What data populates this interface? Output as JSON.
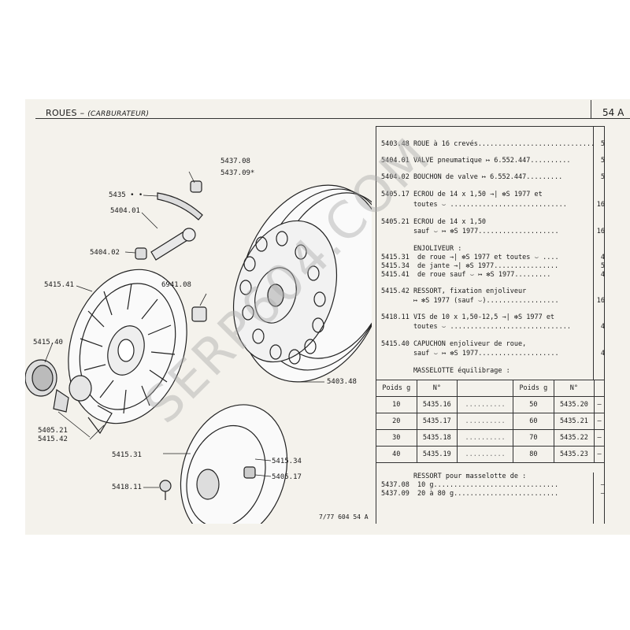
{
  "header": {
    "title": "ROUES",
    "dash": "–",
    "subtitle": "(CARBURATEUR)",
    "page": "54 A"
  },
  "callouts": [
    {
      "id": "c5437-08",
      "text": "5437.08"
    },
    {
      "id": "c5437-09",
      "text": "5437.09*"
    },
    {
      "id": "c5435",
      "text": "5435 • •"
    },
    {
      "id": "c5404-01",
      "text": "5404.01"
    },
    {
      "id": "c5404-02",
      "text": "5404.02"
    },
    {
      "id": "c5415-41",
      "text": "5415.41"
    },
    {
      "id": "c6941-08",
      "text": "6941.08"
    },
    {
      "id": "c5415-40",
      "text": "5415.40"
    },
    {
      "id": "c5403-48",
      "text": "5403.48"
    },
    {
      "id": "c5405-21",
      "text": "5405.21"
    },
    {
      "id": "c5415-42",
      "text": "5415.42"
    },
    {
      "id": "c5415-31",
      "text": "5415.31"
    },
    {
      "id": "c5415-34",
      "text": "5415.34"
    },
    {
      "id": "c5405-17",
      "text": "5405.17"
    },
    {
      "id": "c5418-11",
      "text": "5418.11"
    }
  ],
  "footer_ref": "7/77  604  54 A",
  "parts": [
    {
      "text": "5403.48 ROUE à 16 crevés.............................",
      "qty": "5"
    },
    {
      "text": "5404.01 VALVE pneumatique ↦ 6.552.447..........",
      "qty": "5"
    },
    {
      "text": "5404.02 BOUCHON de valve ↦ 6.552.447.........",
      "qty": "5"
    },
    {
      "text": "5405.17 ECROU de 14 x 1,50 →| ✻S 1977 et",
      "qty": ""
    },
    {
      "text": "        toutes ⌣ .............................",
      "qty": "16"
    },
    {
      "text": "5405.21 ECROU de 14 x 1,50",
      "qty": ""
    },
    {
      "text": "        sauf ⌣ ↦ ✻S 1977....................",
      "qty": "16"
    },
    {
      "text": "        ENJOLIVEUR :",
      "qty": ""
    },
    {
      "text": "5415.31  de roue →| ✻S 1977 et toutes ⌣ ....",
      "qty": "4"
    },
    {
      "text": "5415.34  de jante →| ✻S 1977................",
      "qty": "5"
    },
    {
      "text": "5415.41  de roue sauf ⌣ ↦ ✻S 1977.........",
      "qty": "4"
    },
    {
      "text": "5415.42 RESSORT, fixation enjoliveur",
      "qty": ""
    },
    {
      "text": "        ↦ ✻S 1977 (sauf ⌣)..................",
      "qty": "16"
    },
    {
      "text": "5418.11 VIS de 10 x 1,50-12,5 →| ✻S 1977 et",
      "qty": ""
    },
    {
      "text": "        toutes ⌣ ..............................",
      "qty": "4"
    },
    {
      "text": "5415.40 CAPUCHON enjoliveur de roue,",
      "qty": ""
    },
    {
      "text": "        sauf ⌣ ↦ ✻S 1977....................",
      "qty": "4"
    },
    {
      "text": "        MASSELOTTE équilibrage :",
      "qty": ""
    }
  ],
  "masselotte": {
    "headers": [
      "Poids g",
      "N°",
      "",
      "Poids g",
      "N°",
      ""
    ],
    "rows": [
      [
        "10",
        "5435.16",
        "..........",
        "50",
        "5435.20",
        "–"
      ],
      [
        "20",
        "5435.17",
        "..........",
        "60",
        "5435.21",
        "–"
      ],
      [
        "30",
        "5435.18",
        "..........",
        "70",
        "5435.22",
        "–"
      ],
      [
        "40",
        "5435.19",
        "..........",
        "80",
        "5435.23",
        "–"
      ]
    ]
  },
  "ressort": [
    {
      "text": "        RESSORT pour masselotte de :",
      "qty": ""
    },
    {
      "text": "5437.08  10 g...............................",
      "qty": "–"
    },
    {
      "text": "5437.09  20 à 80 g..........................",
      "qty": "–"
    }
  ],
  "watermark": "SERP604.COM"
}
